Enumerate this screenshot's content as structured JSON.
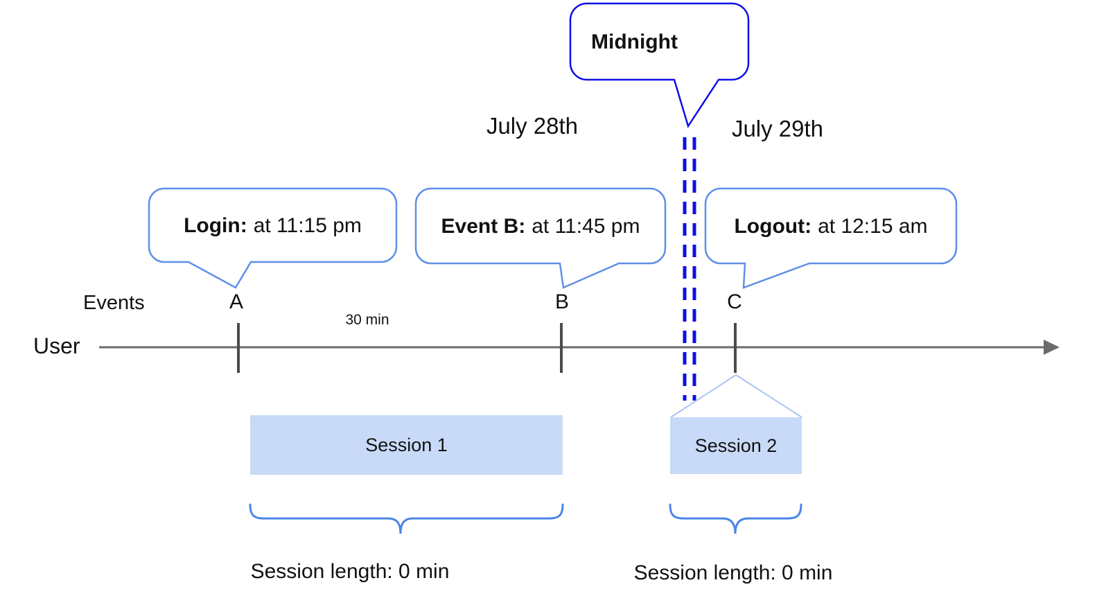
{
  "diagram": {
    "midnight_callout": "Midnight",
    "date_left": "July 28th",
    "date_right": "July 29th",
    "axis_row_label": "Events",
    "timeline_label": "User",
    "interval_label": "30 min",
    "events": [
      {
        "id": "A",
        "callout_bold": "Login:",
        "callout_rest": "at 11:15 pm"
      },
      {
        "id": "B",
        "callout_bold": "Event B:",
        "callout_rest": "at 11:45 pm"
      },
      {
        "id": "C",
        "callout_bold": "Logout:",
        "callout_rest": "at 12:15 am"
      }
    ],
    "sessions": [
      {
        "name": "Session 1",
        "length_label": "Session length: 0 min"
      },
      {
        "name": "Session 2",
        "length_label": "Session length: 0 min"
      }
    ],
    "colors": {
      "strong_blue": "#0f0fe8",
      "callout_blue": "#5f8fe8",
      "brace_blue": "#4a86e8",
      "session_fill": "#c9daf8",
      "connector_light_blue": "#aac5f2",
      "axis_gray": "#6b6b6b",
      "tick_gray": "#4c4c4c",
      "text_color": "#111111"
    }
  }
}
